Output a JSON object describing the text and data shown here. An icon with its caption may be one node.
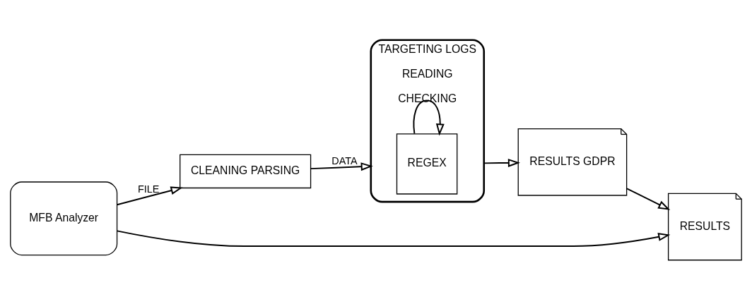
{
  "diagram": {
    "nodes": [
      {
        "text": [
          "MFB Analyzer"
        ]
      },
      {
        "text": [
          "CLEANING PARSING"
        ]
      },
      {
        "text": [
          "TARGETING LOGS",
          "READING",
          "CHECKING"
        ]
      },
      {
        "text": [
          "REGEX"
        ],
        "in": 2
      },
      {
        "text": [
          "RESULTS GDPR"
        ]
      },
      {
        "text": [
          "RESULTS"
        ]
      }
    ],
    "edges": [
      {
        "from": 0,
        "to": 1,
        "arrow": "to",
        "label": "FILE"
      },
      {
        "from": 1,
        "to": 2,
        "arrow": "to",
        "label": "DATA"
      },
      {
        "from": 3,
        "to": 3,
        "arrow": "to"
      },
      {
        "from": 2,
        "to": 4,
        "arrow": "to"
      },
      {
        "from": 4,
        "to": 5,
        "arrow": "to"
      },
      {
        "from": 0,
        "to": 5,
        "arrow": "to"
      }
    ]
  }
}
